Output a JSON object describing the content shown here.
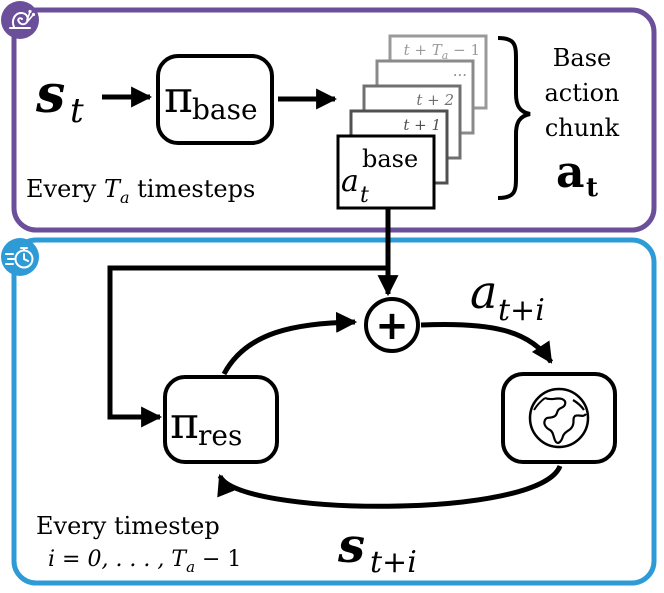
{
  "colors": {
    "top_panel_border": "#6b4f9a",
    "bottom_panel_border": "#2e9bd6",
    "frame_stroke": "#9a9a9a",
    "ink": "#000000"
  },
  "icons": {
    "top_panel": "snail-icon",
    "bottom_panel": "fast-timer-icon",
    "environment": "globe-icon"
  },
  "top": {
    "state_symbol": "s",
    "state_sub": "t",
    "policy_symbol": "π",
    "policy_sub": "base",
    "frames": [
      {
        "label": "t + T",
        "sub": "a",
        "suffix": " − 1"
      },
      {
        "label": "···",
        "sub": "",
        "suffix": ""
      },
      {
        "label": "t + 2",
        "sub": "",
        "suffix": ""
      },
      {
        "label": "t + 1",
        "sub": "",
        "suffix": ""
      }
    ],
    "front_symbol": "a",
    "front_sup": "base",
    "front_sub": "t",
    "chunk_line1": "Base",
    "chunk_line2": "action",
    "chunk_line3": "chunk",
    "chunk_symbol": "a",
    "chunk_sub": "t",
    "period_prefix": "Every ",
    "period_symbol": "T",
    "period_sub": "a",
    "period_suffix": " timesteps"
  },
  "bottom": {
    "policy_symbol": "π",
    "policy_sub": "res",
    "sum_symbol": "+",
    "action_symbol": "a",
    "action_sub": "t+i",
    "state_symbol": "s",
    "state_sub": "t+i",
    "period_line1": "Every timestep",
    "period_line2_prefix": "i = 0, . . . , T",
    "period_line2_sub": "a",
    "period_line2_suffix": " − 1"
  }
}
